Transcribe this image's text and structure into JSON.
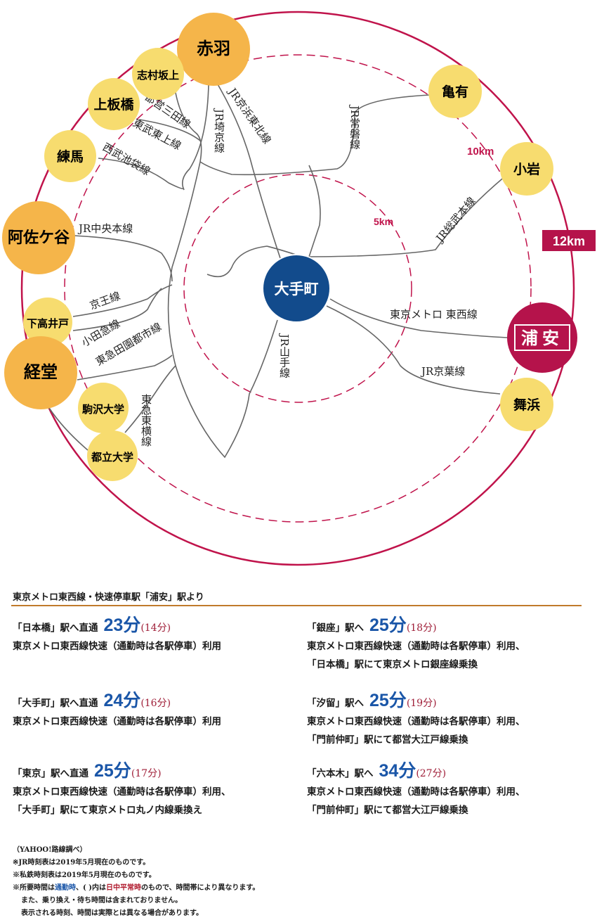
{
  "map": {
    "rings": {
      "outer": "12km",
      "mid": "10km",
      "inner": "5km"
    },
    "center": "大手町",
    "home": "浦安",
    "stations": [
      "赤羽",
      "志村坂上",
      "上板橋",
      "練馬",
      "阿佐ケ谷",
      "下高井戸",
      "経堂",
      "駒沢大学",
      "都立大学",
      "亀有",
      "小岩",
      "舞浜"
    ],
    "lines": {
      "mita": "都営三田線",
      "tojo": "東武東上線",
      "saikyo": "JR埼京線",
      "keihin": "JR京浜東北線",
      "seibu": "西武池袋線",
      "joban": "JR常磐線",
      "sobu": "JR総武本線",
      "chuo": "JR中央本線",
      "keio": "京王線",
      "odakyu": "小田急線",
      "denen": "東急田園都市線",
      "toyoko": "東急東横線",
      "yamanote": "JR山手線",
      "tozai": "東京メトロ 東西線",
      "keiyo": "JR京葉線"
    },
    "colors": {
      "ring": "#c0134b",
      "orange": "#f5b54a",
      "yellow": "#f7dc6f",
      "center": "#124b8c",
      "home": "#b5134b"
    }
  },
  "info": {
    "heading": "東京メトロ東西線・快速停車駅「浦安」駅より",
    "entries": [
      {
        "dest": "「日本橋」駅へ直通",
        "time": "23分",
        "offpeak": "(14分)",
        "l1": "東京メトロ東西線快速（通勤時は各駅停車）利用",
        "l2": ""
      },
      {
        "dest": "「銀座」駅へ",
        "time": "25分",
        "offpeak": "(18分)",
        "l1": "東京メトロ東西線快速（通勤時は各駅停車）利用、",
        "l2": "「日本橋」駅にて東京メトロ銀座線乗換"
      },
      {
        "dest": "「大手町」駅へ直通",
        "time": "24分",
        "offpeak": "(16分)",
        "l1": "東京メトロ東西線快速（通勤時は各駅停車）利用",
        "l2": ""
      },
      {
        "dest": "「汐留」駅へ",
        "time": "25分",
        "offpeak": "(19分)",
        "l1": "東京メトロ東西線快速（通勤時は各駅停車）利用、",
        "l2": "「門前仲町」駅にて都営大江戸線乗換"
      },
      {
        "dest": "「東京」駅へ直通",
        "time": "25分",
        "offpeak": "(17分)",
        "l1": "東京メトロ東西線快速（通勤時は各駅停車）利用、",
        "l2": "「大手町」駅にて東京メトロ丸ノ内線乗換え"
      },
      {
        "dest": "「六本木」駅へ",
        "time": "34分",
        "offpeak": "(27分)",
        "l1": "東京メトロ東西線快速（通勤時は各駅停車）利用、",
        "l2": "「門前仲町」駅にて都営大江戸線乗換"
      }
    ]
  },
  "notes": {
    "source": "（YAHOO!路線調べ）",
    "n1": "※JR時刻表は2019年5月現在のものです。",
    "n2": "※私鉄時刻表は2019年5月現在のものです。",
    "n3a": "※所要時間は",
    "n3b": "通勤時",
    "n3c": "、( )内は",
    "n3d": "日中平常時",
    "n3e": "のもので、時間帯により異なります。",
    "n4": "また、乗り換え・待ち時間は含まれておりません。",
    "n5": "表示される時刻、時間は実際とは異なる場合があります。"
  }
}
